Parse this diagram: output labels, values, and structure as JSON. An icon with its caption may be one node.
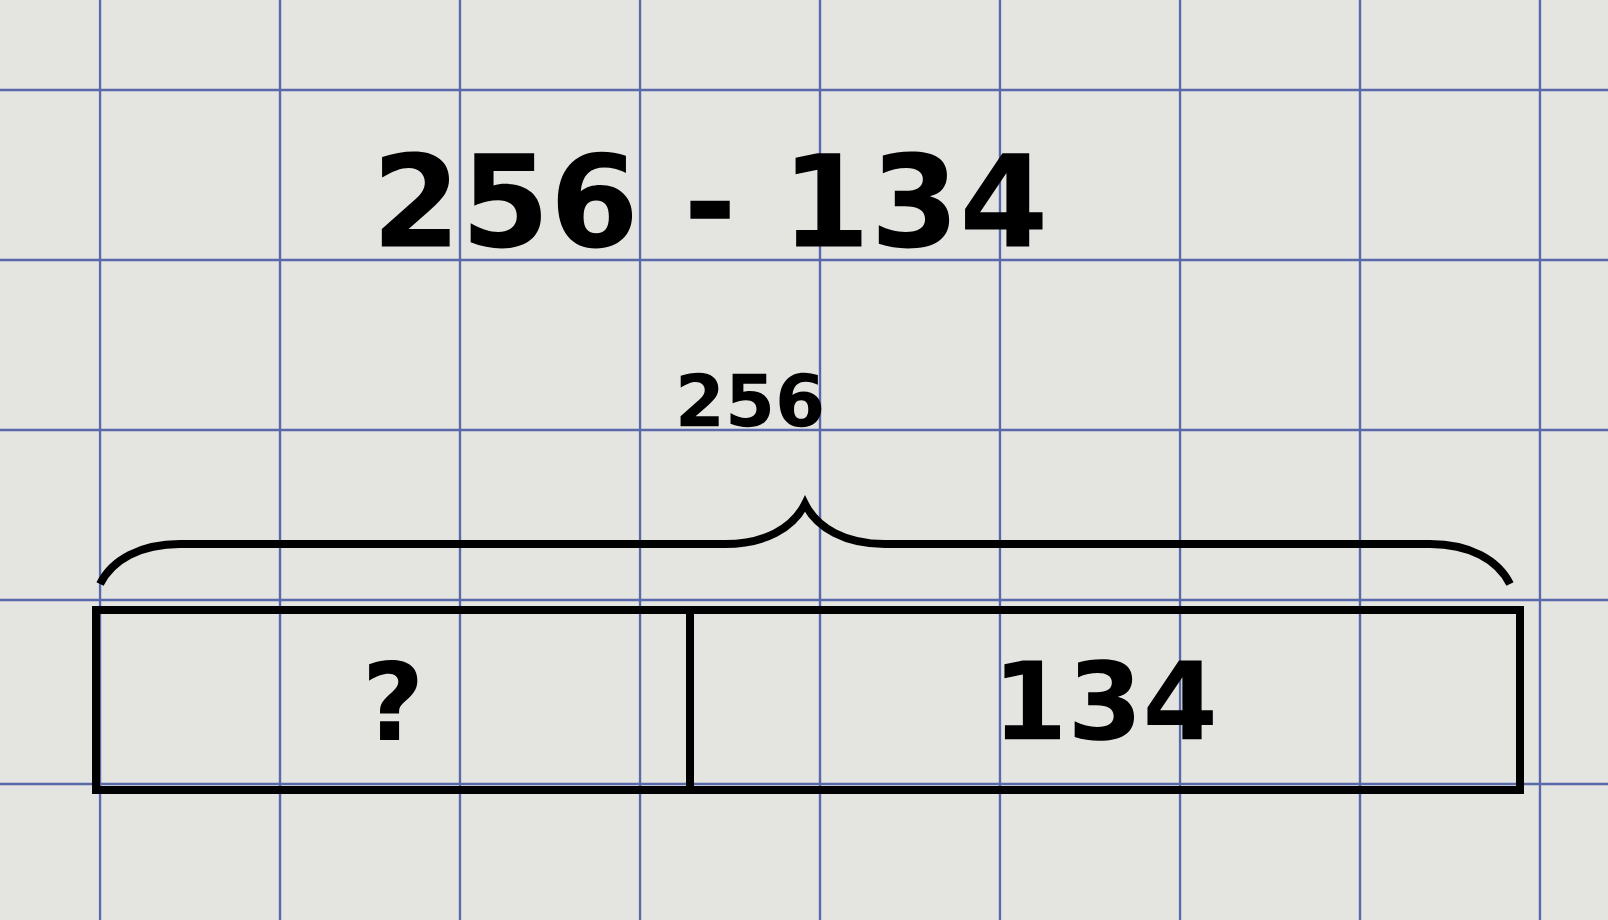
{
  "diagram": {
    "title": "256 - 134",
    "nodes": [
      {
        "text": [
          "?"
        ]
      },
      {
        "text": [
          "134"
        ]
      }
    ],
    "labels": [
      "256"
    ]
  }
}
